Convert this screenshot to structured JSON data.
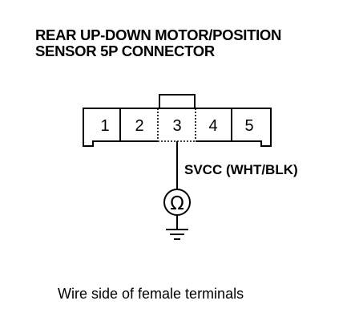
{
  "title": {
    "line1": "REAR UP-DOWN MOTOR/POSITION",
    "line2": "SENSOR 5P CONNECTOR"
  },
  "connector": {
    "pins": [
      "1",
      "2",
      "3",
      "4",
      "5"
    ],
    "highlighted_pin": "3"
  },
  "wire_label": "SVCC (WHT/BLK)",
  "meter_symbol": "Ω",
  "caption": "Wire side of female terminals"
}
